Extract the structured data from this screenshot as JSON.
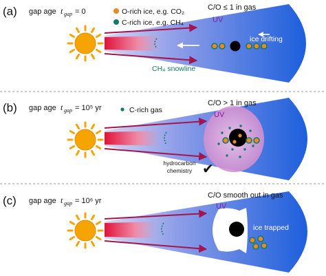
{
  "panels": [
    {
      "label": "(a)",
      "gap_age_prefix": "gap age",
      "gap_age_symbol": "t",
      "gap_age_sub": "gap",
      "gap_age_value": "= 0",
      "co_text": "C/O ≤ 1 in gas",
      "uv_text": "UV",
      "legend": [
        {
          "text": "O-rich ice, e.g. CO₂",
          "color": "#e88a2a"
        },
        {
          "text": "C-rich ice, e.g. CH₄",
          "color": "#137a68"
        }
      ],
      "annotation": "ice drifting",
      "snowline": "CH₄ snowline"
    },
    {
      "label": "(b)",
      "gap_age_prefix": "gap age",
      "gap_age_symbol": "t",
      "gap_age_sub": "gap",
      "gap_age_value": "= 10⁵ yr",
      "co_text": "C/O > 1 in gas",
      "uv_text": "UV",
      "legend": [
        {
          "text": "C-rich gas",
          "color": "#137a68"
        }
      ],
      "annotation": "hydrocarbon chemistry",
      "annotation_lines": [
        "hydrocarbon",
        "chemistry"
      ],
      "check": "✔"
    },
    {
      "label": "(c)",
      "gap_age_prefix": "gap age",
      "gap_age_symbol": "t",
      "gap_age_sub": "gap",
      "gap_age_value": "= 10⁶ yr",
      "co_text": "C/O smooth out in gas",
      "uv_text": "UV",
      "annotation": "ice trapped"
    }
  ],
  "colors": {
    "uv": "#8a1a9b",
    "arrow": "#a0164e",
    "disk_dark": "#1f5fd8",
    "disk_light": "#c6c8f0",
    "star": "#f5a400",
    "o_rich": "#e88a2a",
    "c_rich": "#137a68",
    "planet": "#000000",
    "snowline": "#137a68",
    "divider": "#9a9a9a"
  }
}
